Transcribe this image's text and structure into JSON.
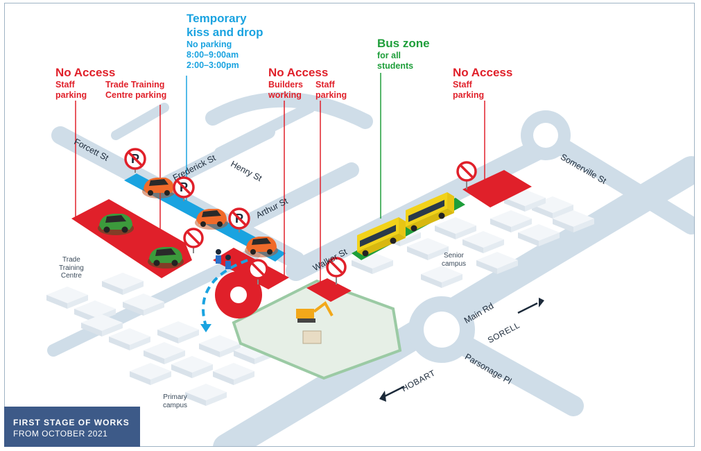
{
  "labels": {
    "no_access_1": {
      "title": "No Access",
      "sub_a": "Staff",
      "sub_b": "parking",
      "sub_c": "Trade Training",
      "sub_d": "Centre parking"
    },
    "kiss_drop": {
      "title_a": "Temporary",
      "title_b": "kiss and drop",
      "l1": "No parking",
      "l2": "8:00–9:00am",
      "l3": "2:00–3:00pm"
    },
    "no_access_2": {
      "title": "No Access",
      "sub_a": "Builders",
      "sub_b": "working",
      "sub_c": "Staff",
      "sub_d": "parking"
    },
    "bus_zone": {
      "title": "Bus zone",
      "l1": "for all",
      "l2": "students"
    },
    "no_access_3": {
      "title": "No Access",
      "sub_a": "Staff",
      "sub_b": "parking"
    }
  },
  "streets": {
    "forcett": "Forcett St",
    "frederick": "Frederick St",
    "henry": "Henry St",
    "arthur": "Arthur St",
    "walker": "Walker St",
    "somerville": "Somerville St",
    "main": "Main Rd",
    "parsonage": "Parsonage Pl"
  },
  "areas": {
    "trade": {
      "l1": "Trade",
      "l2": "Training",
      "l3": "Centre"
    },
    "senior": {
      "l1": "Senior",
      "l2": "campus"
    },
    "primary": {
      "l1": "Primary",
      "l2": "campus"
    }
  },
  "directions": {
    "sorell": "SORELL",
    "hobart": "HOBART"
  },
  "banner": {
    "line1": "FIRST STAGE OF WORKS",
    "line2": "FROM OCTOBER 2021"
  },
  "colors": {
    "road": "#cfdde8",
    "building_top": "#f3f6f9",
    "building_side": "#d9e2ea",
    "no_access": "#e0202a",
    "kiss_drop": "#1aa3e0",
    "bus_zone": "#1e9e3a",
    "banner": "#3d5a88",
    "car": "#f06a2a",
    "car_green": "#3c9a3c",
    "bus": "#f2d21a"
  },
  "icons": [
    "no-parking-sign-icon",
    "no-entry-sign-icon",
    "car-icon",
    "bus-icon",
    "excavator-icon",
    "students-icon"
  ]
}
